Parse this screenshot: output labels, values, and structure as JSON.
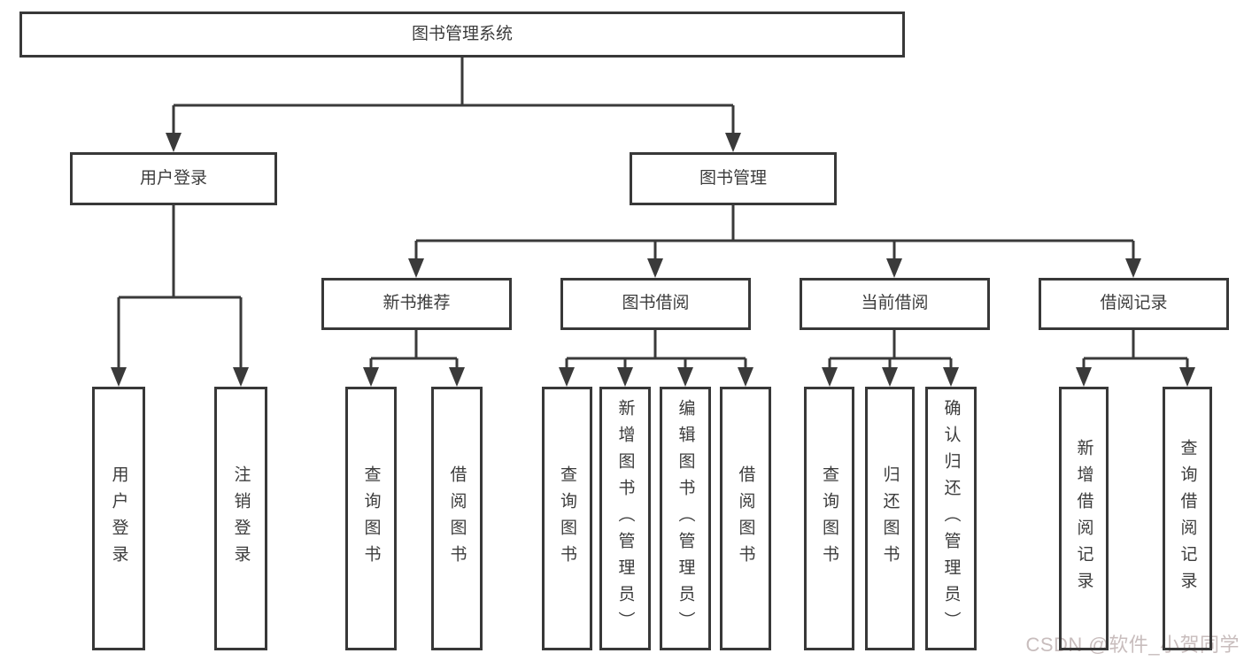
{
  "diagram_type": "hierarchy-tree",
  "tree": {
    "label": "图书管理系统",
    "children": [
      {
        "label": "用户登录",
        "children": [
          {
            "label": "用户登录"
          },
          {
            "label": "注销登录"
          }
        ]
      },
      {
        "label": "图书管理",
        "children": [
          {
            "label": "新书推荐",
            "children": [
              {
                "label": "查询图书"
              },
              {
                "label": "借阅图书"
              }
            ]
          },
          {
            "label": "图书借阅",
            "children": [
              {
                "label": "查询图书"
              },
              {
                "label": "新增图书（管理员）"
              },
              {
                "label": "编辑图书（管理员）"
              },
              {
                "label": "借阅图书"
              }
            ]
          },
          {
            "label": "当前借阅",
            "children": [
              {
                "label": "查询图书"
              },
              {
                "label": "归还图书"
              },
              {
                "label": "确认归还（管理员）"
              }
            ]
          },
          {
            "label": "借阅记录",
            "children": [
              {
                "label": "新增借阅记录"
              },
              {
                "label": "查询借阅记录"
              }
            ]
          }
        ]
      }
    ]
  },
  "watermark": {
    "text": "CSDN @软件_小贺同学"
  },
  "colors": {
    "line": "#3a3a3a",
    "box_border": "#383838",
    "text": "#3c3c3c",
    "watermark": "#c8bdbd",
    "background": "#ffffff"
  }
}
